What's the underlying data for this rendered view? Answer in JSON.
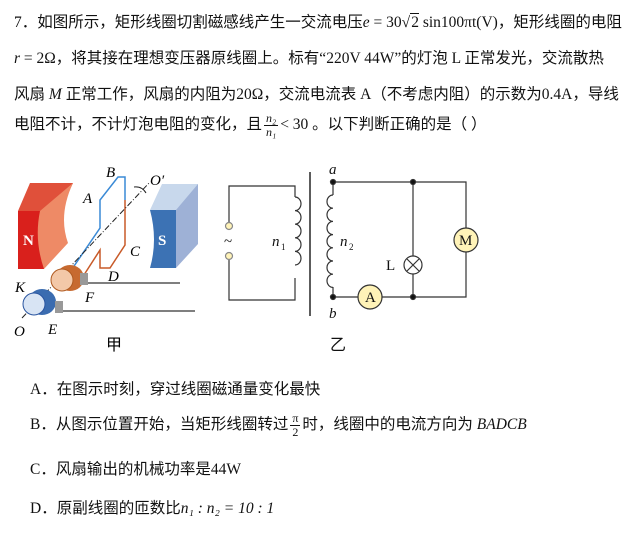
{
  "question": {
    "number": "7．",
    "line1_a": "如图所示，矩形线圈切割磁感线产生一交流电压",
    "formula_e": "e",
    "formula_eq": " = 30",
    "formula_sqrt": "2",
    "formula_rest": " sin100πt(V)",
    "line1_b": "，矩形线圈的电阻",
    "line2_r": "r",
    "line2_a": " = 2Ω，将其接在理想变压器原线圈上。标有“220V  44W”的灯泡 L 正常发光，交流散热",
    "line3_a": "风扇 ",
    "line3_M": "M",
    "line3_b": " 正常工作，风扇的内阻为20Ω，交流电流表 A（不考虑内阻）的示数为0.4A，导线",
    "line4_a": "电阻不计，不计灯泡电阻的变化，且",
    "frac_num": "n₂",
    "frac_den": "n₁",
    "line4_b": "< 30 。以下判断正确的是（    ）"
  },
  "figure_jia": {
    "labels": {
      "B": "B",
      "A": "A",
      "O_prime": "O′",
      "N": "N",
      "S": "S",
      "C": "C",
      "D": "D",
      "K": "K",
      "F": "F",
      "O": "O",
      "E": "E"
    },
    "caption": "甲"
  },
  "figure_yi": {
    "labels": {
      "source": "~",
      "n1": "n",
      "n1_sub": "1",
      "a": "a",
      "n2": "n",
      "n2_sub": "2",
      "L": "L",
      "M": "M",
      "ammeter": "A",
      "b": "b"
    },
    "caption": "乙"
  },
  "options": [
    {
      "text": "A．在图示时刻，穿过线圈磁通量变化最快"
    },
    {
      "text_a": "B．从图示位置开始，当矩形线圈转过",
      "frac_num": "π",
      "frac_den": "2",
      "text_b": "时，线圈中的电流方向为 ",
      "path": "BADCB"
    },
    {
      "text": "C．风扇输出的机械功率是44W"
    },
    {
      "text_a": "D．原副线圈的匝数比",
      "ratio": "n₁ : n₂ = 10 : 1"
    }
  ]
}
